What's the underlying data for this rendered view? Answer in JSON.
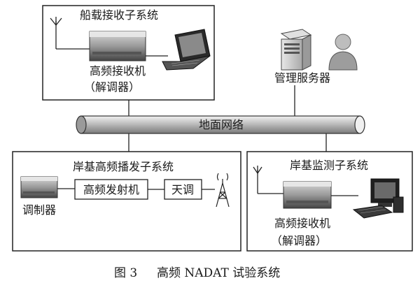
{
  "ship_subsystem": {
    "title": "船载接收子系统",
    "receiver_label_1": "高频接收机",
    "receiver_label_2": "（解调器）"
  },
  "management_server": {
    "label": "管理服务器"
  },
  "ground_network": {
    "label": "地面网络"
  },
  "shore_tx_subsystem": {
    "title": "岸基高频播发子系统",
    "modulator_label": "调制器",
    "transmitter_label": "高频发射机",
    "tuner_label": "天调"
  },
  "shore_monitor_subsystem": {
    "title": "岸基监测子系统",
    "receiver_label_1": "高频接收机",
    "receiver_label_2": "（解调器）"
  },
  "caption": {
    "figure_no": "图 3",
    "text": "高频 NADAT 试验系统"
  }
}
